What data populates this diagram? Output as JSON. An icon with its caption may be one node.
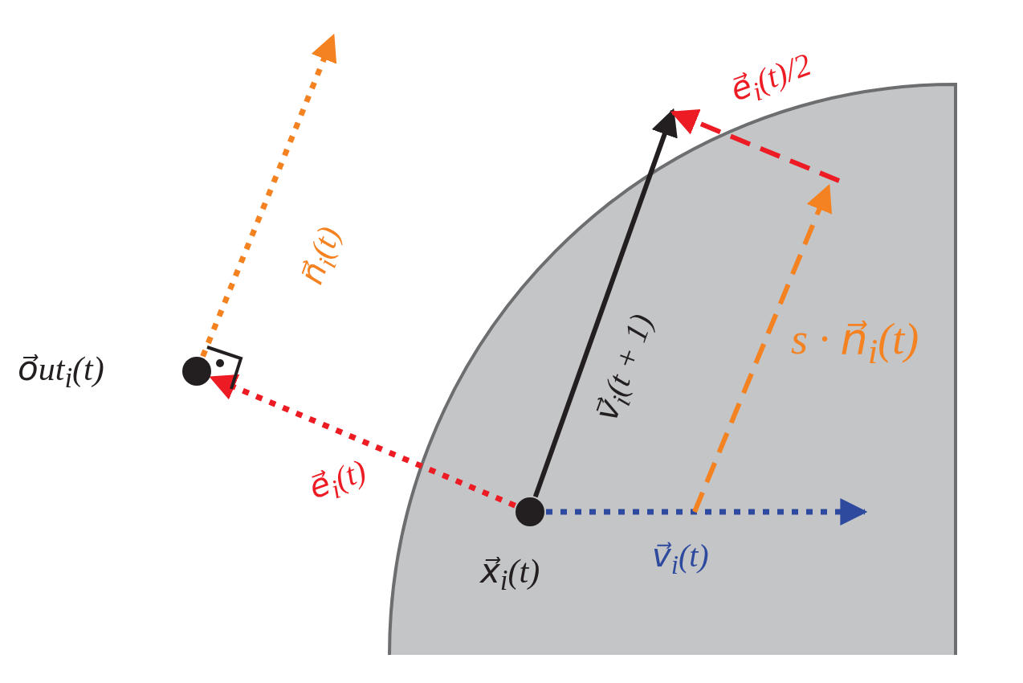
{
  "diagram": {
    "nodes": [
      {
        "text": [],
        "shape": "circle",
        "beside": [
          "x⃗$_{i}$(t)"
        ]
      },
      {
        "text": [],
        "shape": "circle",
        "beside": [
          "o⃗ut$_{i}$(t)"
        ]
      }
    ],
    "edges": [
      {
        "from": 0,
        "to": 1,
        "arrow": "to",
        "style": "dashed",
        "color": "#ed1c24",
        "label": "e⃗$_{i}$(t)"
      },
      {
        "from": 1,
        "to": null,
        "arrow": "to",
        "style": "dashed",
        "color": "#f58220",
        "label": "n⃗$_{i}$(t)"
      },
      {
        "from": 0,
        "to": null,
        "arrow": "to",
        "color": "#231f20",
        "label": "v⃗$_{i}$(t + 1)"
      },
      {
        "from": 0,
        "to": null,
        "arrow": "to",
        "style": "dashed",
        "color": "#2e4a9e",
        "label": "v⃗$_{i}$(t)"
      }
    ],
    "labels": [
      "e⃗$_{i}$(t)/2",
      "s · n⃗$_{i}$(t)"
    ]
  }
}
